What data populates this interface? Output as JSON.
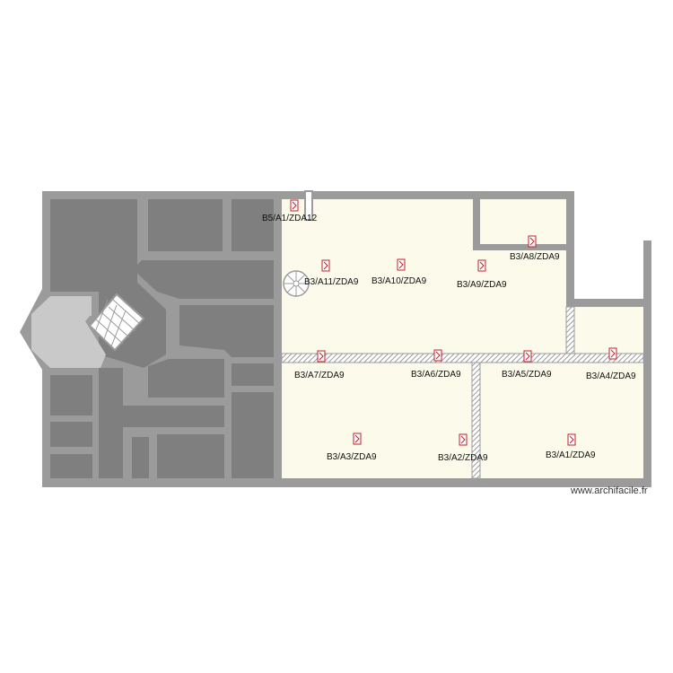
{
  "watermark": "www.archifacile.fr",
  "colors": {
    "wall": "#9b9b9b",
    "room_dark": "#7f7f7f",
    "room_light": "#c9c9c9",
    "room_cream": "#fbfaeb",
    "marker": "#c0202a"
  },
  "labels": {
    "b5_a1": "B5/A1/ZDA12",
    "b3_a11": "B3/A11/ZDA9",
    "b3_a10": "B3/A10/ZDA9",
    "b3_a9": "B3/A9/ZDA9",
    "b3_a8": "B3/A8/ZDA9",
    "b3_a7": "B3/A7/ZDA9",
    "b3_a6": "B3/A6/ZDA9",
    "b3_a5": "B3/A5/ZDA9",
    "b3_a4": "B3/A4/ZDA9",
    "b3_a3": "B3/A3/ZDA9",
    "b3_a2": "B3/A2/ZDA9",
    "b3_a1": "B3/A1/ZDA9"
  }
}
